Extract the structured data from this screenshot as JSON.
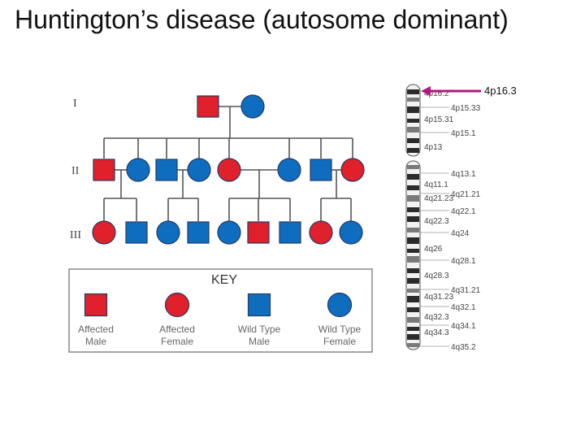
{
  "title": "Huntington’s disease (autosome dominant)",
  "pedigree": {
    "generations": [
      "I",
      "II",
      "III"
    ],
    "gen1": [
      {
        "sex": "male",
        "affected": true
      },
      {
        "sex": "female",
        "affected": false
      }
    ],
    "gen2": [
      {
        "sex": "male",
        "affected": true
      },
      {
        "sex": "female",
        "affected": false
      },
      {
        "sex": "male",
        "affected": false
      },
      {
        "sex": "female",
        "affected": false
      },
      {
        "sex": "female",
        "affected": true
      },
      {
        "sex": "female",
        "affected": false
      },
      {
        "sex": "male",
        "affected": false
      },
      {
        "sex": "female",
        "affected": true
      }
    ],
    "gen3": [
      {
        "sex": "female",
        "affected": true
      },
      {
        "sex": "male",
        "affected": false
      },
      {
        "sex": "female",
        "affected": false
      },
      {
        "sex": "male",
        "affected": false
      },
      {
        "sex": "female",
        "affected": false
      },
      {
        "sex": "male",
        "affected": true
      },
      {
        "sex": "male",
        "affected": false
      },
      {
        "sex": "female",
        "affected": true
      },
      {
        "sex": "female",
        "affected": false
      }
    ]
  },
  "key": {
    "heading": "KEY",
    "items": [
      {
        "line1": "Affected",
        "line2": "Male",
        "sex": "male",
        "affected": true
      },
      {
        "line1": "Affected",
        "line2": "Female",
        "sex": "female",
        "affected": true
      },
      {
        "line1": "Wild Type",
        "line2": "Male",
        "sex": "male",
        "affected": false
      },
      {
        "line1": "Wild Type",
        "line2": "Female",
        "sex": "female",
        "affected": false
      }
    ]
  },
  "chromosome": {
    "pointer_label": "4p16.3",
    "pointer_color": "#b0187a",
    "bands_left": [
      "4p16.2",
      "4p15.31",
      "4p13",
      "4q11.1",
      "4q21.23",
      "4q22.3",
      "4q26",
      "4q28.3",
      "4q31.23",
      "4q32.3",
      "4q34.3"
    ],
    "bands_right": [
      "4p15.33",
      "4p15.1",
      "4q13.1",
      "4q21.21",
      "4q22.1",
      "4q24",
      "4q28.1",
      "4q31.21",
      "4q32.1",
      "4q34.1",
      "4q35.2"
    ]
  },
  "colors": {
    "affected": "#e0202a",
    "wild_type": "#0f6dbf",
    "outline": "#233a66",
    "line": "#555555"
  }
}
